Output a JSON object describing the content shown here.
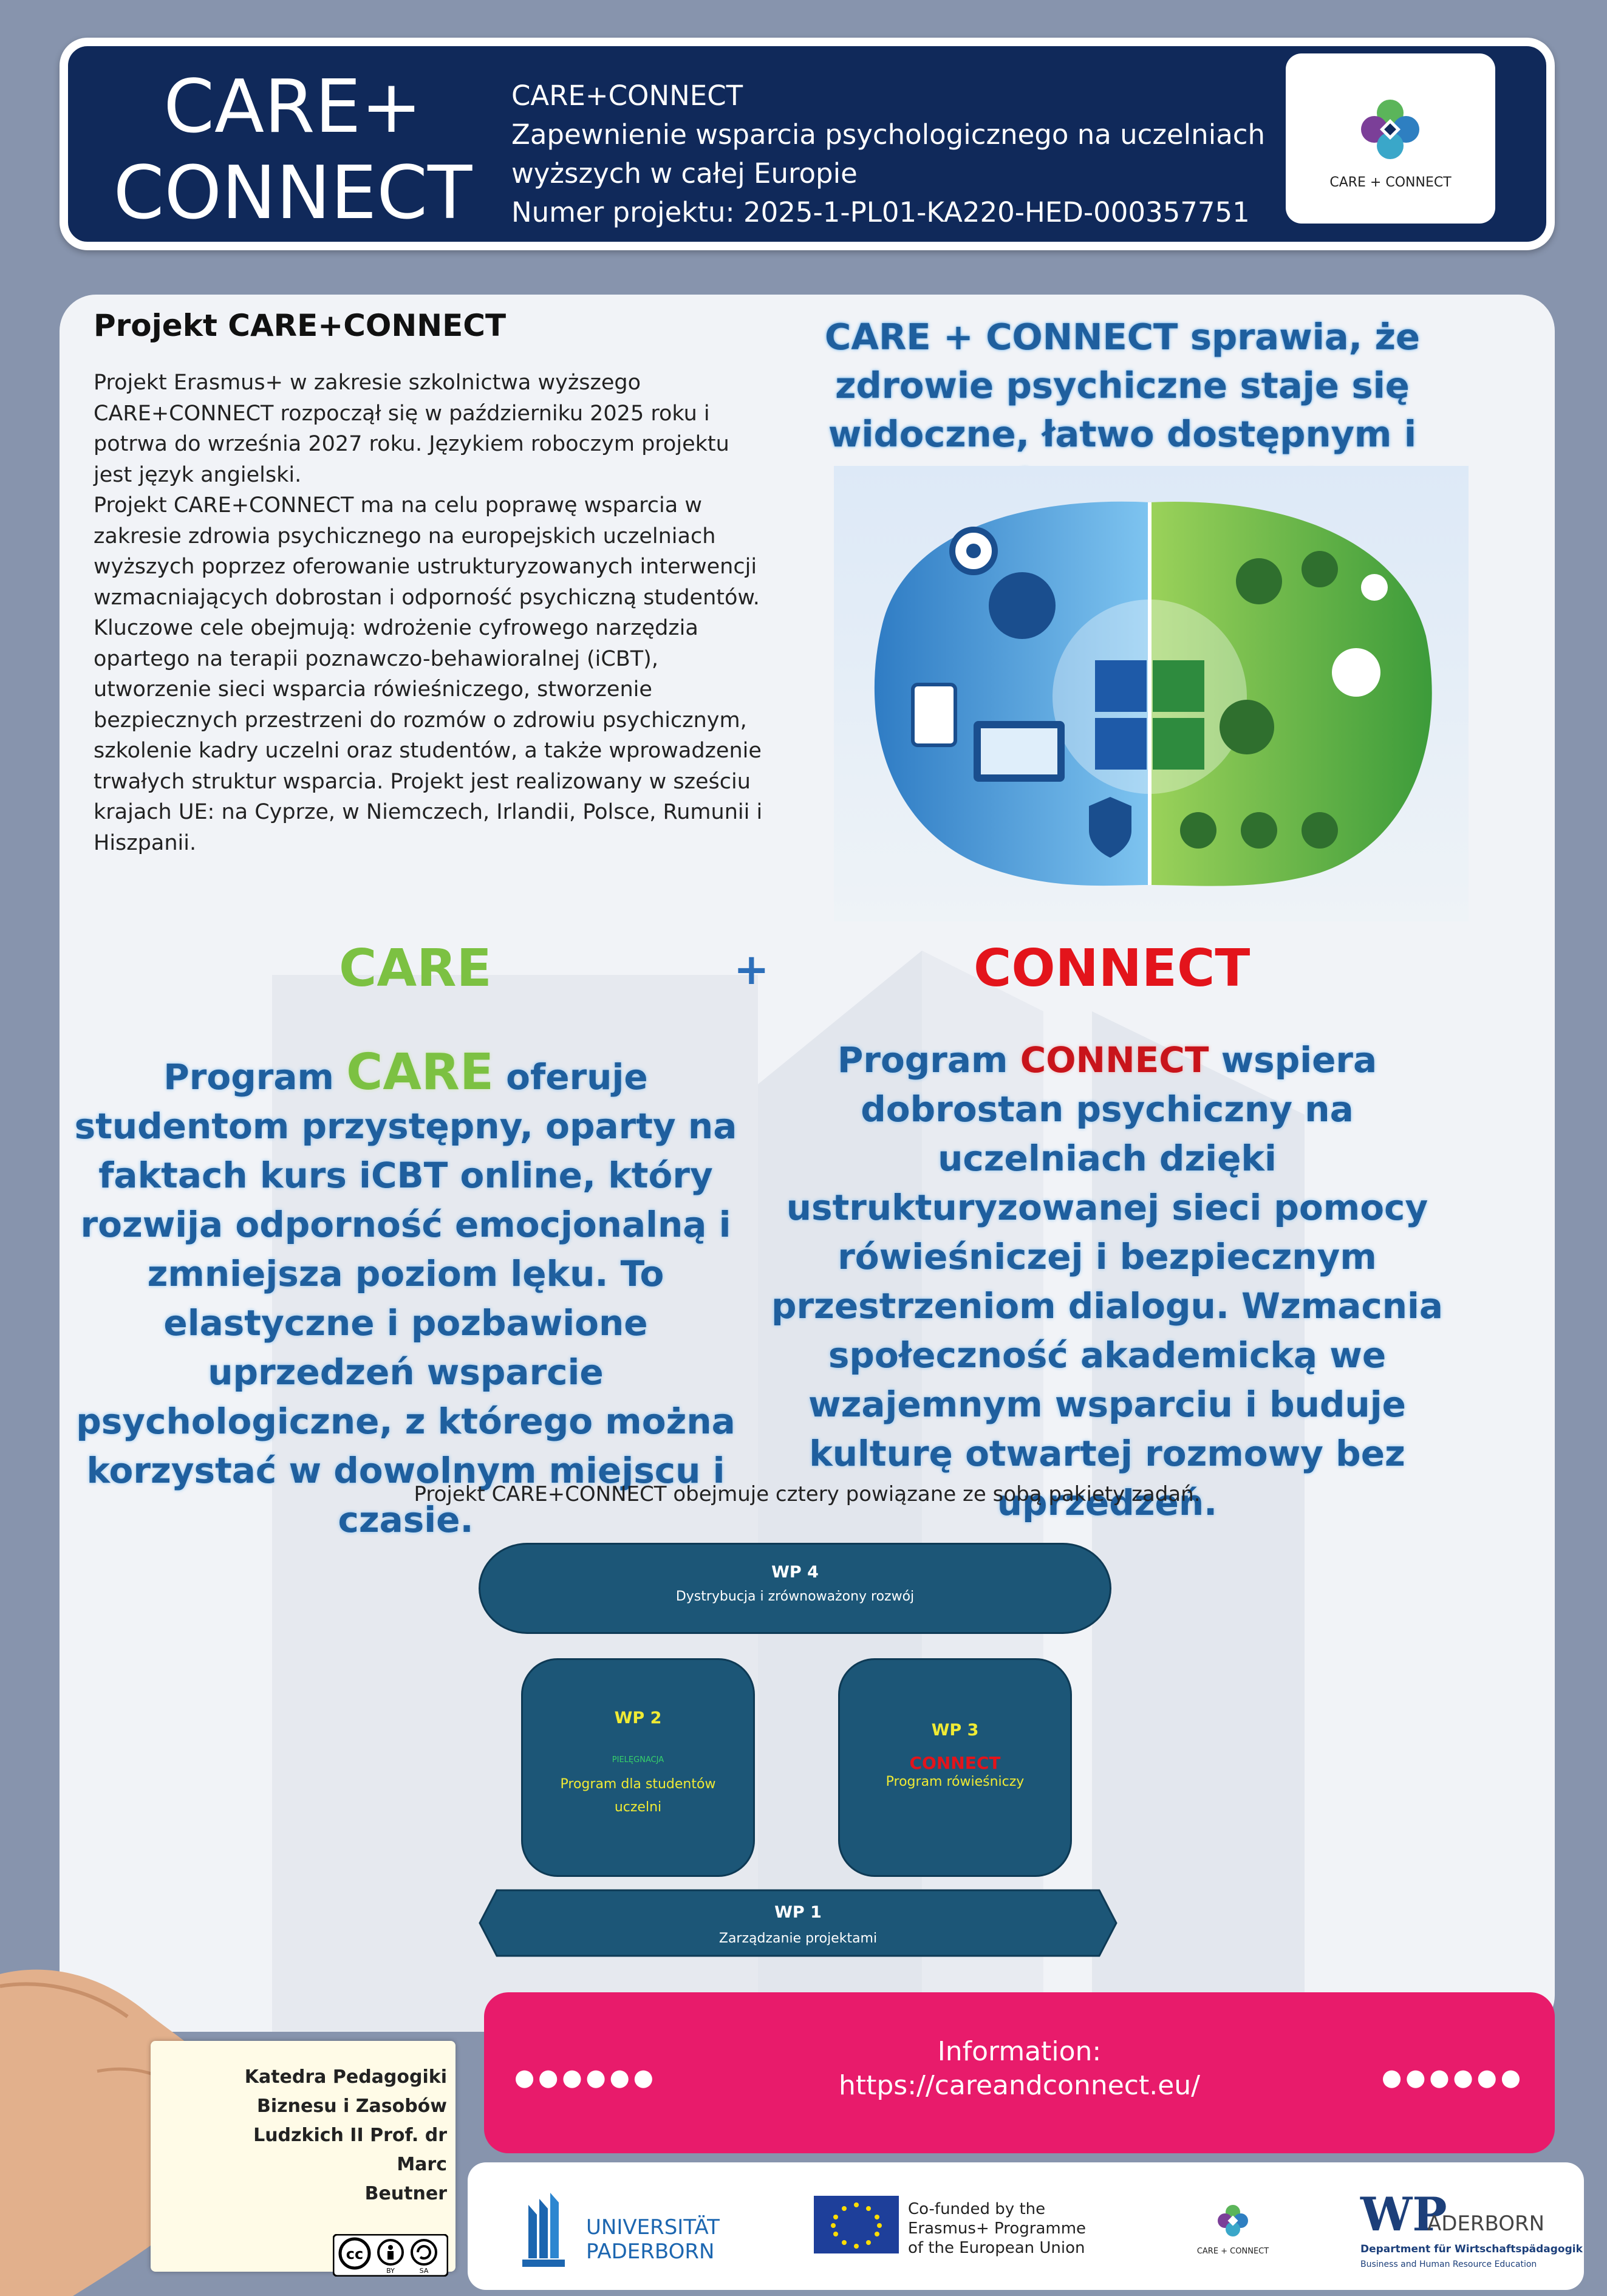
{
  "header": {
    "brand_line1": "CARE+",
    "brand_line2": "CONNECT",
    "info_lines": [
      "CARE+CONNECT",
      "Zapewnienie wsparcia psychologicznego na uczelniach",
      "wyższych w całej Europie",
      "Numer projektu: 2025-1-PL01-KA220-HED-000357751"
    ],
    "logo_text": "CARE + CONNECT"
  },
  "intro": {
    "title": "Projekt CARE+CONNECT",
    "paragraphs": [
      "Projekt Erasmus+ w zakresie szkolnictwa wyższego CARE+CONNECT rozpoczął się w październiku 2025 roku i potrwa do września 2027 roku. Językiem roboczym projektu jest język angielski.",
      "Projekt CARE+CONNECT ma na celu poprawę wsparcia w zakresie zdrowia psychicznego na europejskich uczelniach wyższych poprzez oferowanie ustrukturyzowanych interwencji wzmacniających dobrostan i odporność psychiczną studentów.",
      " Kluczowe cele obejmują: wdrożenie cyfrowego narzędzia opartego na terapii poznawczo-behawioralnej (iCBT), utworzenie sieci wsparcia rówieśniczego, stworzenie bezpiecznych przestrzeni do rozmów o zdrowiu psychicznym, szkolenie kadry uczelni oraz studentów, a także wprowadzenie trwałych struktur wsparcia. Projekt jest realizowany w sześciu krajach UE: na Cyprze, w Niemczech, Irlandii, Polsce, Rumunii i Hiszpanii."
    ]
  },
  "slogan": "CARE + CONNECT sprawia, że zdrowie psychiczne staje się widoczne, łatwo dostępnym i przeżywane razem!",
  "words": {
    "care": "CARE",
    "plus": "+",
    "connect": "CONNECT"
  },
  "care_block": {
    "prefix": "Program ",
    "highlight": "CARE",
    "rest": " oferuje studentom przystępny, oparty na faktach kurs iCBT online, który rozwija odporność emocjonalną i zmniejsza poziom lęku. To elastyczne i pozbawione uprzedzeń wsparcie psychologiczne, z którego można korzystać w dowolnym miejscu i czasie."
  },
  "connect_block": {
    "prefix": "Program ",
    "highlight": "CONNECT",
    "rest": " wspiera dobrostan psychiczny na uczelniach dzięki ustrukturyzowanej sieci pomocy rówieśniczej i bezpiecznym przestrzeniom dialogu. Wzmacnia społeczność akademicką we wzajemnym wsparciu i buduje kulturę otwartej rozmowy bez uprzedzeń."
  },
  "wp_intro": "Projekt CARE+CONNECT obejmuje cztery powiązane ze sobą pakiety zadań.",
  "wp": {
    "wp4": {
      "num": "WP 4",
      "text": "Dystrybucja i zrównoważony rozwój"
    },
    "wp2": {
      "num": "WP 2",
      "small": "PIELĘGNACJA",
      "text": "Program dla studentów uczelni"
    },
    "wp3": {
      "num": "WP 3",
      "red": "CONNECT",
      "text": "Program rówieśniczy"
    },
    "wp1": {
      "num": "WP 1",
      "text": "Zarządzanie projektami"
    }
  },
  "card": {
    "lines": [
      "Katedra Pedagogiki",
      "Biznesu i Zasobów",
      "Ludzkich II Prof. dr Marc",
      "Beutner"
    ]
  },
  "info": {
    "line1": "Information:",
    "line2": "https://careandconnect.eu/",
    "dots": "●●●●●●"
  },
  "cc": {
    "by": "BY",
    "sa": "SA"
  },
  "partners": {
    "upb_line1": "UNIVERSITÄT",
    "upb_line2": "PADERBORN",
    "eu_lines": [
      "Co-funded by the",
      "Erasmus+ Programme",
      "of the European Union"
    ],
    "cc_logo": "CARE + CONNECT",
    "wp_logo_big": "WP",
    "wp_logo_rest": "ADERBORN",
    "wp_logo_line2": "Department für Wirtschaftspädagogik",
    "wp_logo_line3": "Business and Human Resource Education"
  },
  "colors": {
    "navy": "#10295a",
    "care_green": "#7cc142",
    "connect_red": "#e3141b",
    "blue": "#1f5f9e",
    "pink": "#e81b6b",
    "wp_teal": "#1c5677"
  }
}
